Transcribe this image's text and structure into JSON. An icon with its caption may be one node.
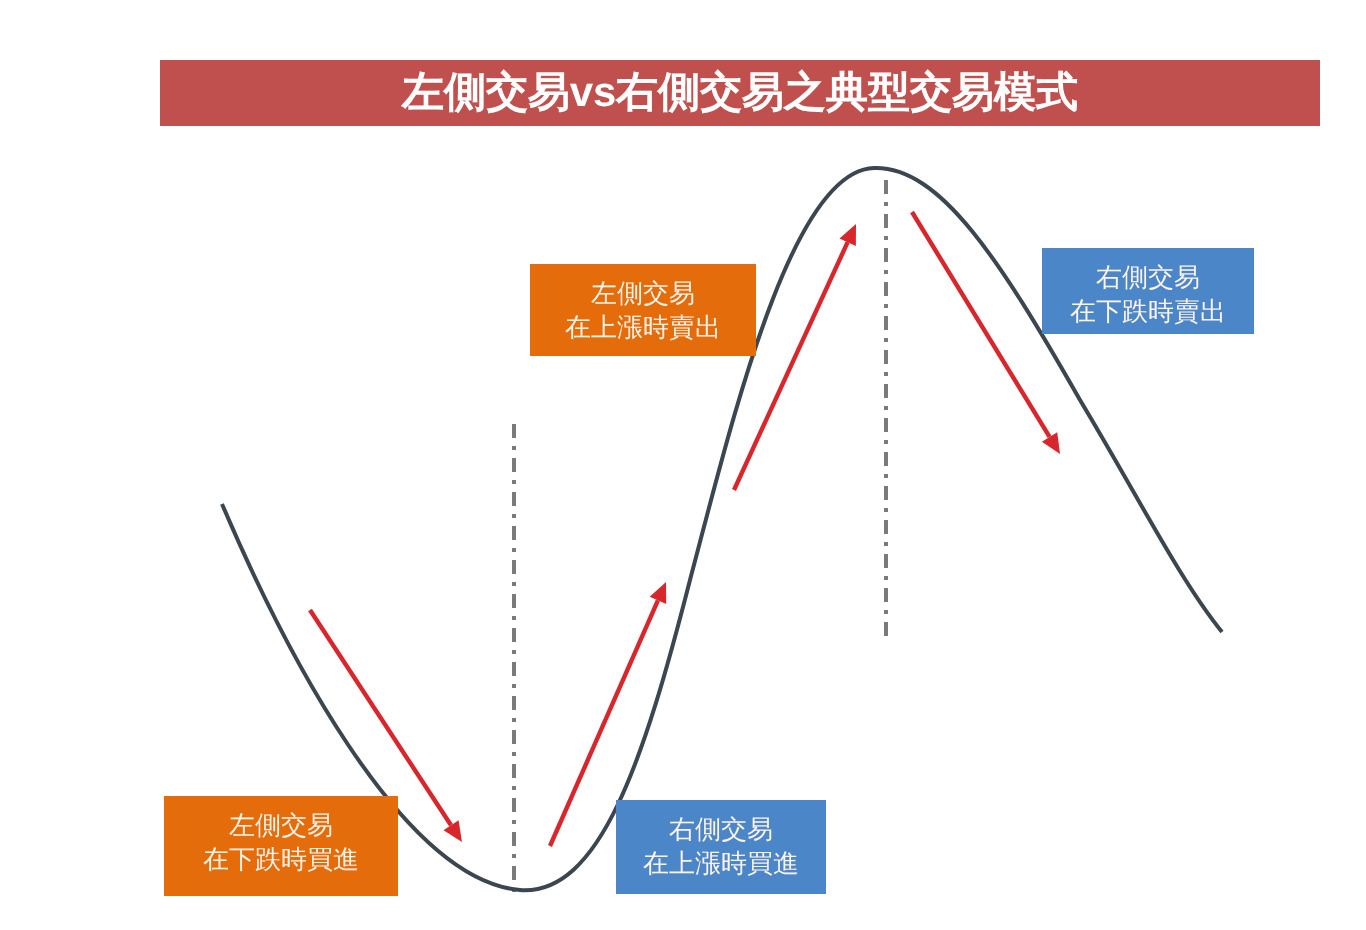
{
  "diagram": {
    "title": "左側交易vs右側交易之典型交易模式",
    "nodes": [
      {
        "text": [
          "左側交易",
          "在上漲時賣出"
        ]
      },
      {
        "text": [
          "右側交易",
          "在下跌時賣出"
        ]
      },
      {
        "text": [
          "左側交易",
          "在下跌時買進"
        ]
      },
      {
        "text": [
          "右側交易",
          "在上漲時買進"
        ]
      }
    ]
  }
}
